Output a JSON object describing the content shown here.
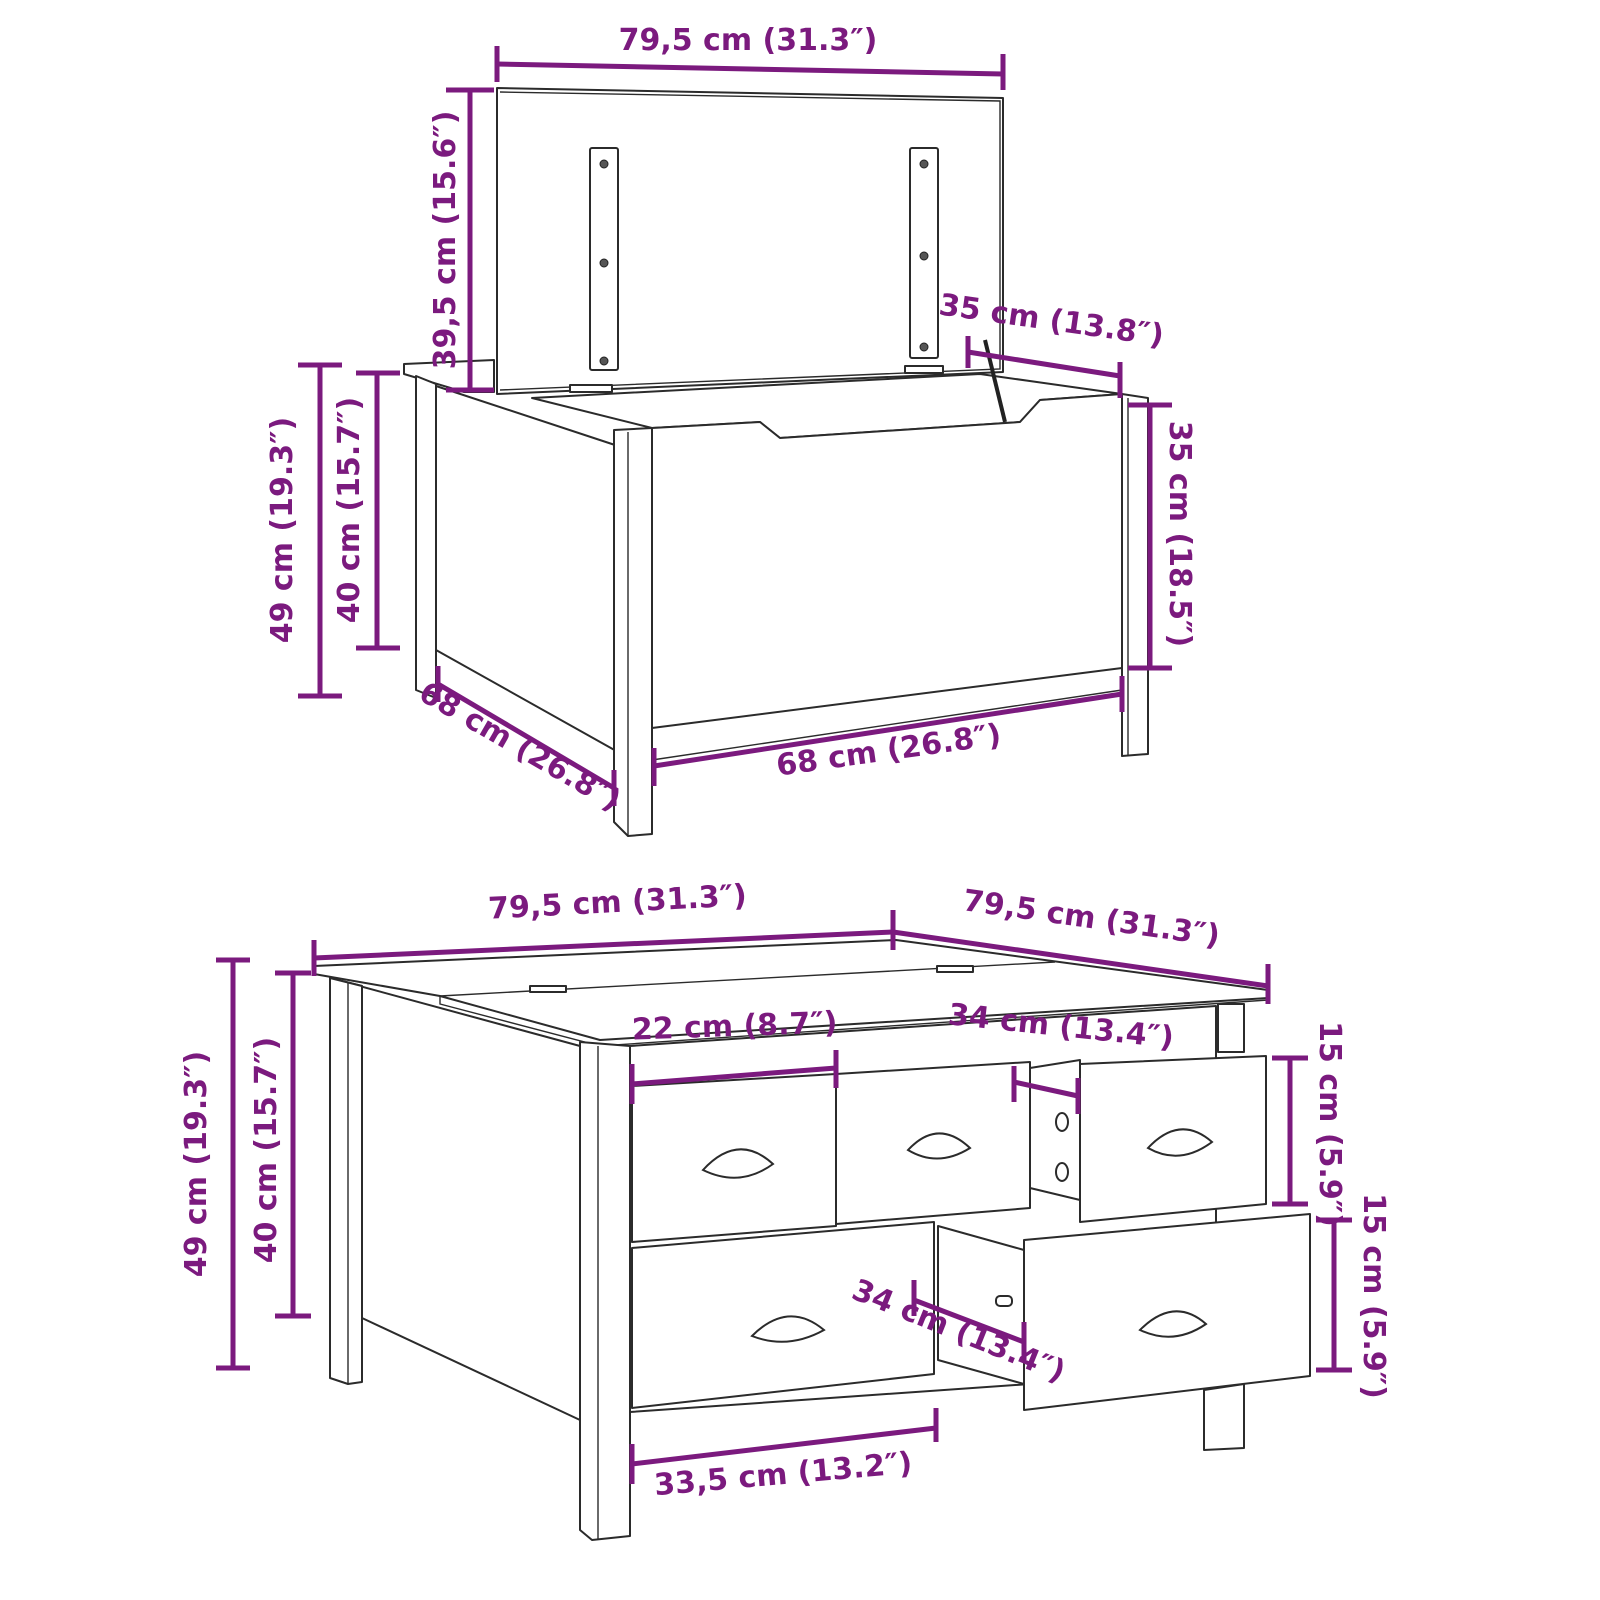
{
  "accent_color": "#7b1a7e",
  "line_color": "#2b2b2b",
  "top_view": {
    "name": "storage coffee table with lift-up lid (open)",
    "lid_width": "79,5 cm (31.3″)",
    "lid_height": "39,5 cm (15.6″)",
    "total_height": "49 cm (19.3″)",
    "body_height": "40 cm (15.7″)",
    "inner_depth": "35 cm (13.8″)",
    "inner_height": "35 cm (18.5″)",
    "side_depth": "68 cm (26.8″)",
    "front_width": "68 cm (26.8″)"
  },
  "bottom_view": {
    "name": "coffee table with drawers (drawers open)",
    "top_width_left": "79,5 cm (31.3″)",
    "top_width_right": "79,5 cm (31.3″)",
    "total_height": "49 cm (19.3″)",
    "body_height": "40 cm (15.7″)",
    "small_drawer_width": "22 cm (8.7″)",
    "upper_drawer_depth": "34 cm (13.4″)",
    "upper_drawer_height": "15 cm (5.9″)",
    "lower_drawer_height": "15 cm (5.9″)",
    "lower_drawer_depth": "34 cm (13.4″)",
    "large_drawer_width": "33,5 cm (13.2″)"
  }
}
